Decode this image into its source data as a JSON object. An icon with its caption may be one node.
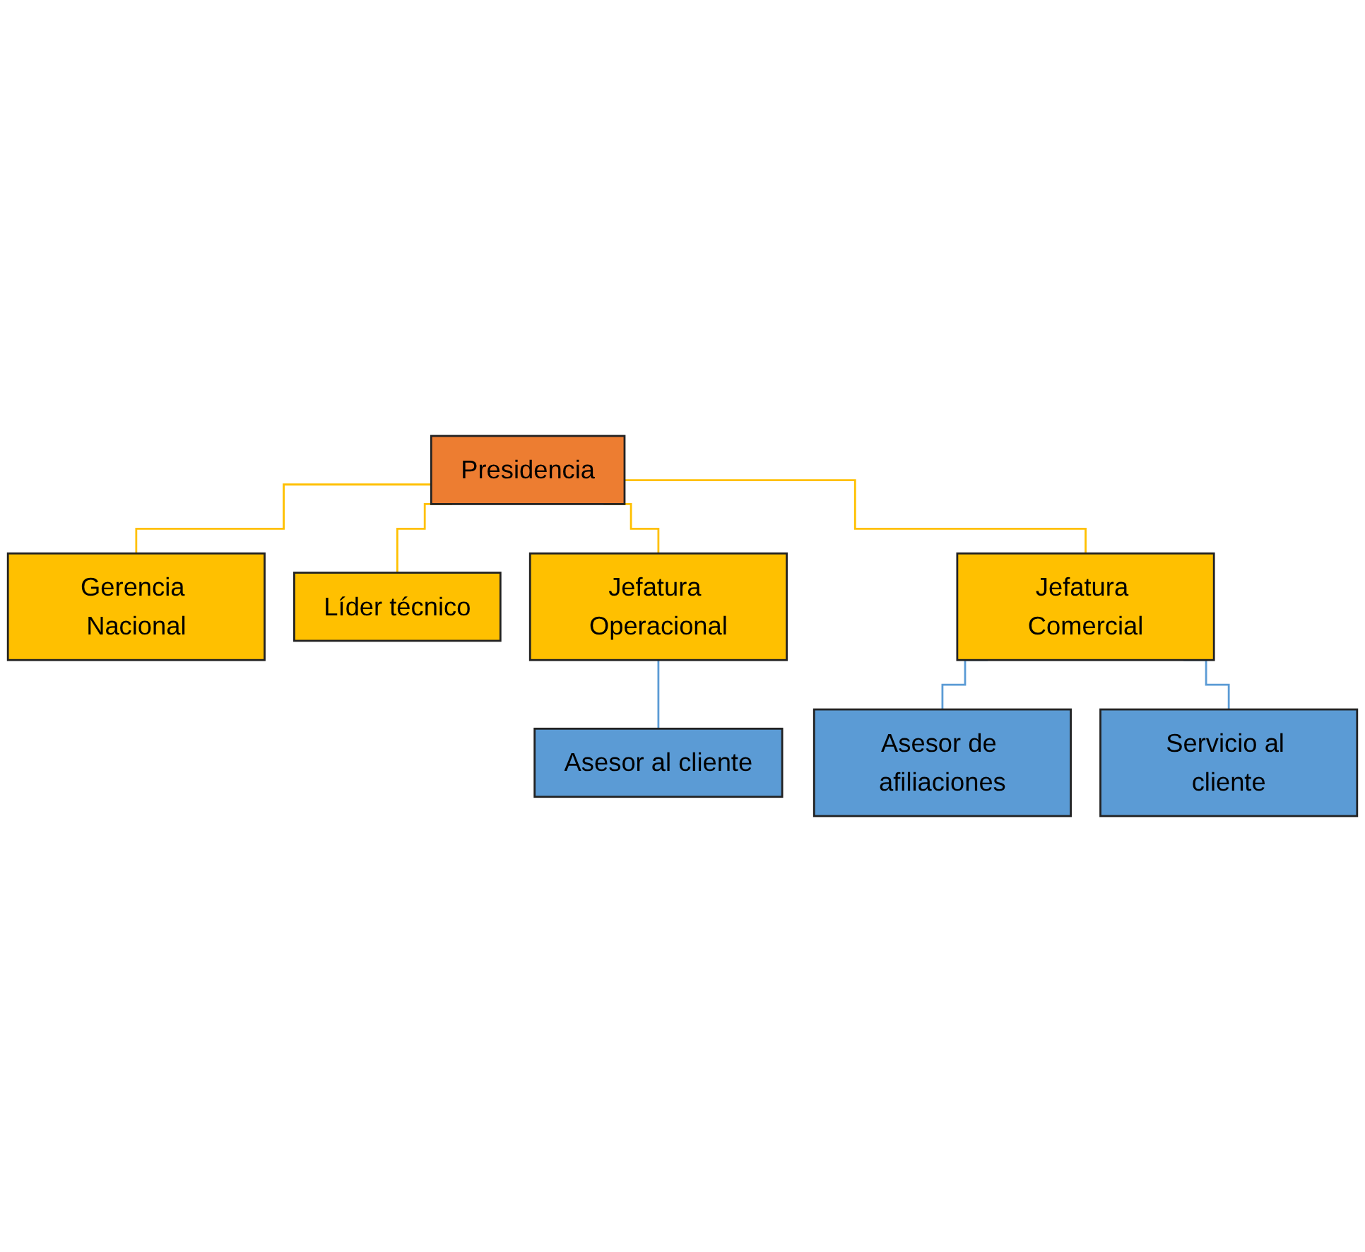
{
  "diagram": {
    "nodes": [
      {
        "text": [
          "Presidencia"
        ]
      },
      {
        "text": [
          "Gerencia Nacional"
        ]
      },
      {
        "text": [
          "Líder técnico"
        ]
      },
      {
        "text": [
          "Jefatura Operacional"
        ]
      },
      {
        "text": [
          "Jefatura Comercial"
        ]
      },
      {
        "text": [
          "Asesor al cliente"
        ]
      },
      {
        "text": [
          "Asesor de afiliaciones"
        ]
      },
      {
        "text": [
          "Servicio al cliente"
        ]
      }
    ],
    "edges": [
      {
        "from": 0,
        "to": 1,
        "arrow": "none"
      },
      {
        "from": 0,
        "to": 2,
        "arrow": "none"
      },
      {
        "from": 0,
        "to": 3,
        "arrow": "none"
      },
      {
        "from": 0,
        "to": 4,
        "arrow": "none"
      },
      {
        "from": 3,
        "to": 5,
        "arrow": "none",
        "color": "#5b9bd5"
      },
      {
        "from": 4,
        "to": 6,
        "arrow": "none",
        "color": "#5b9bd5"
      },
      {
        "from": 4,
        "to": 7,
        "arrow": "none",
        "color": "#5b9bd5"
      }
    ]
  }
}
